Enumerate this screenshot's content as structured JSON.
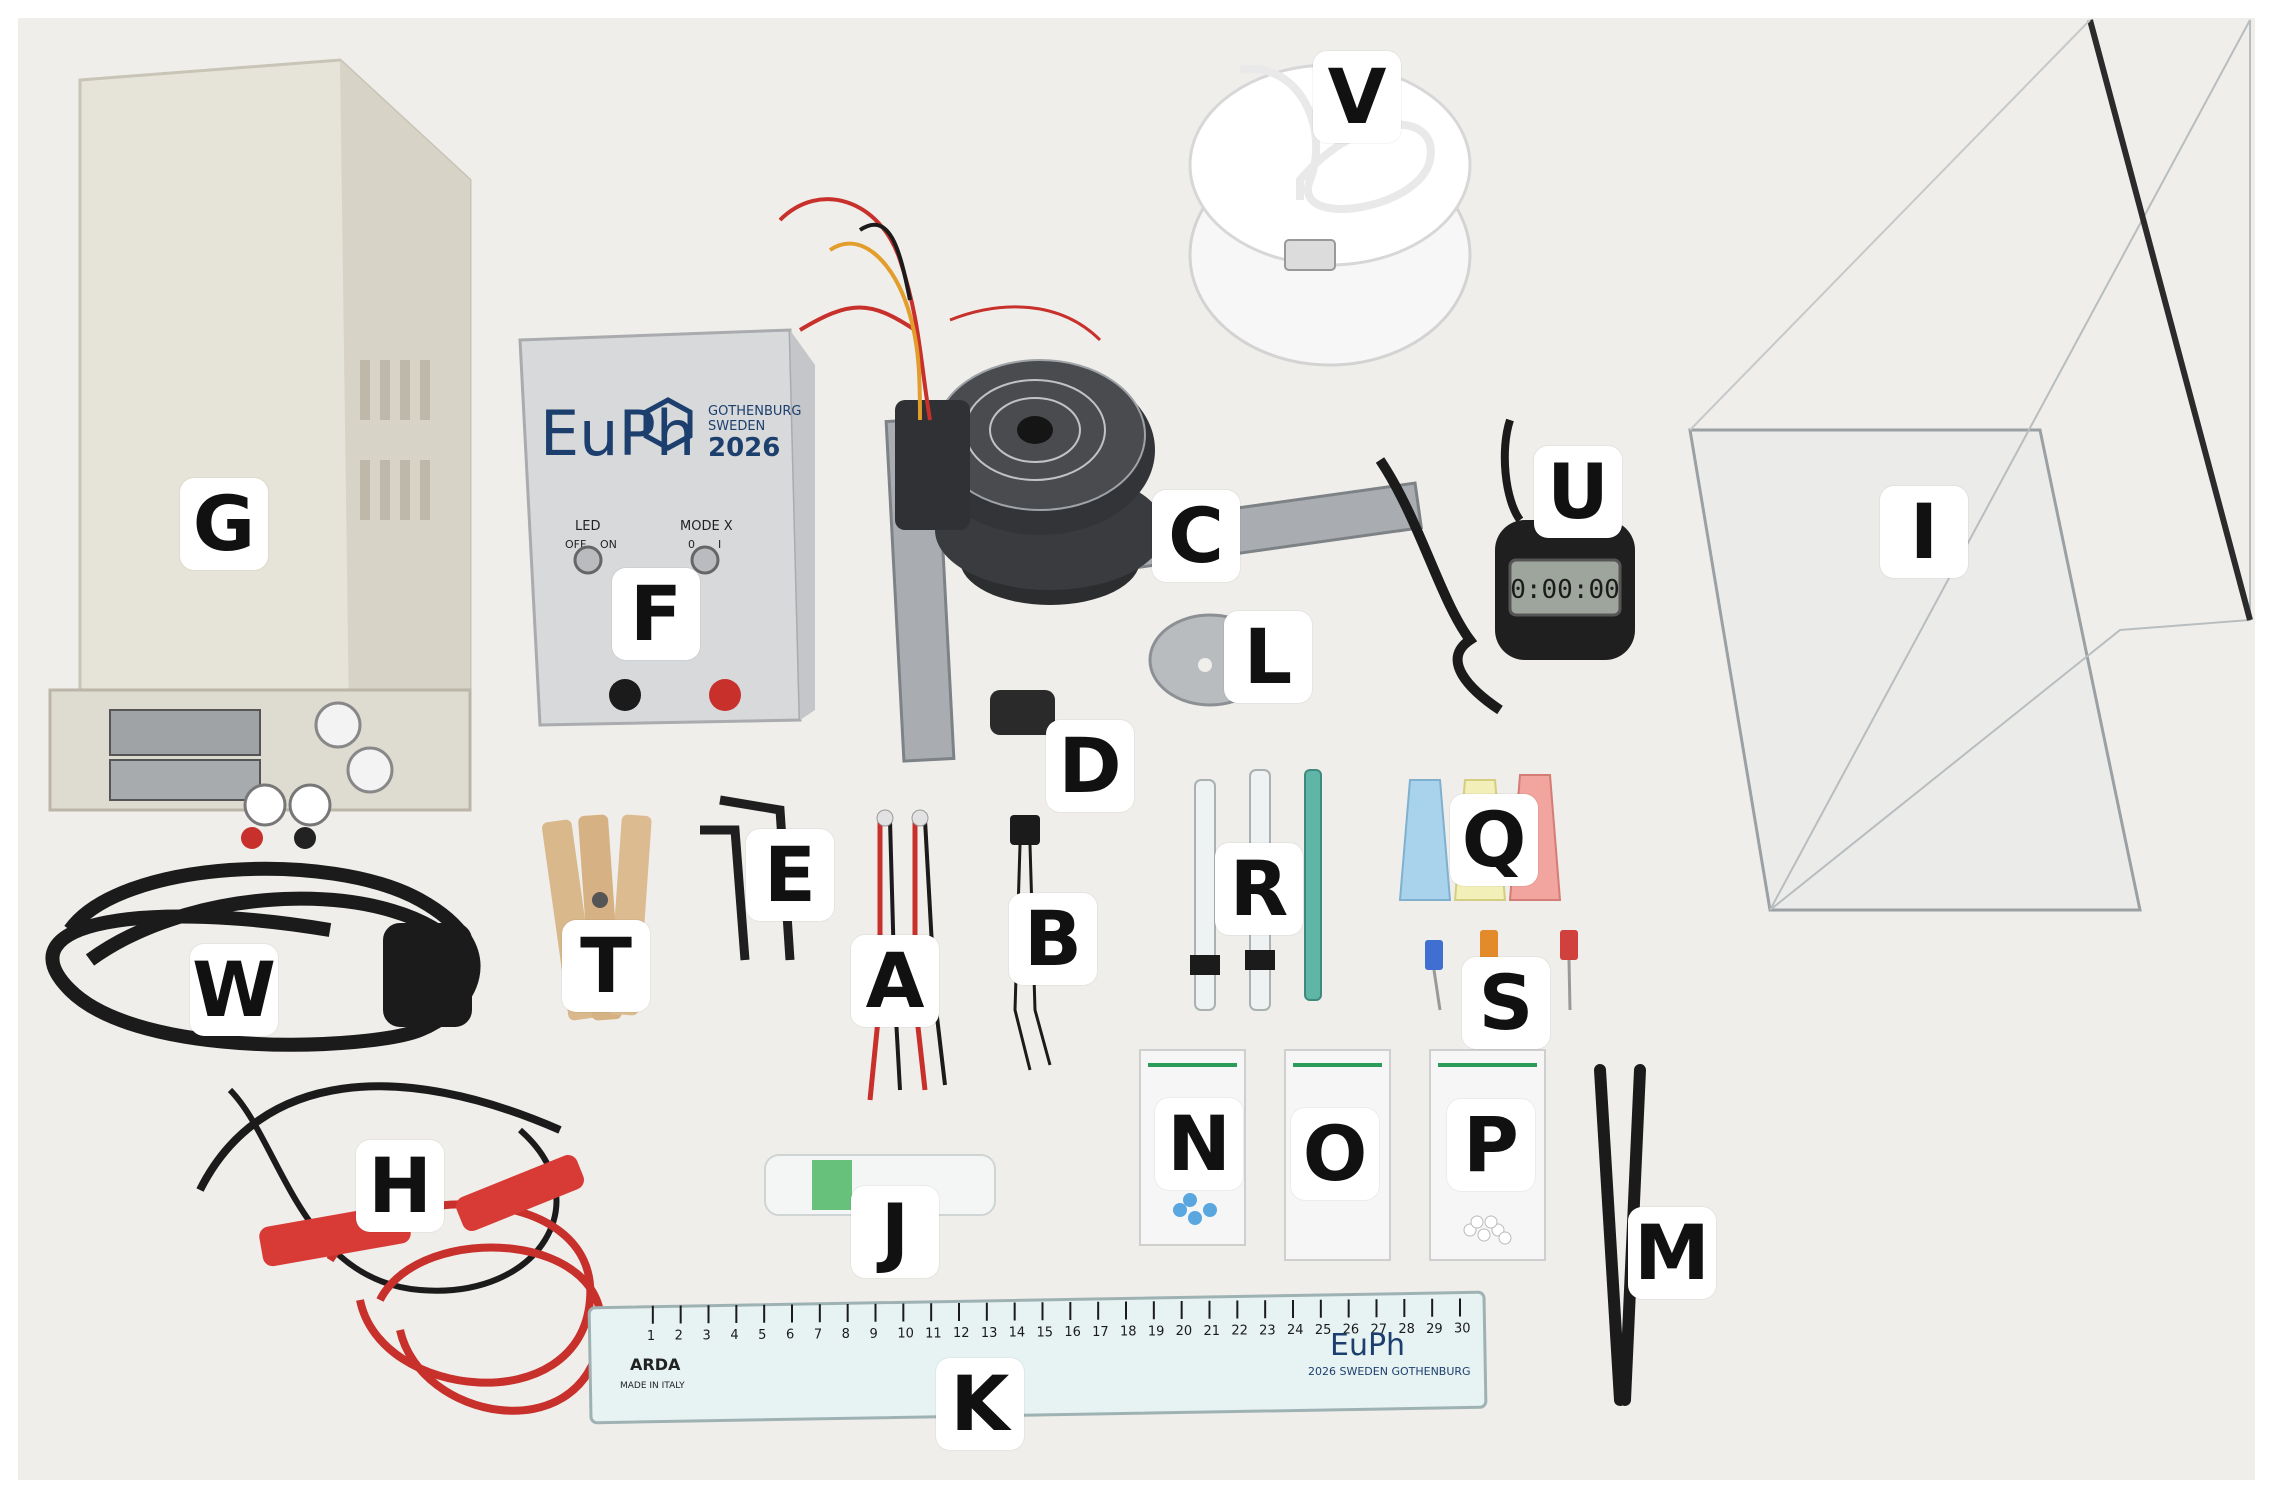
{
  "labels": {
    "A": "A",
    "B": "B",
    "C": "C",
    "D": "D",
    "E": "E",
    "F": "F",
    "G": "G",
    "H": "H",
    "I": "I",
    "J": "J",
    "K": "K",
    "L": "L",
    "M": "M",
    "N": "N",
    "O": "O",
    "P": "P",
    "Q": "Q",
    "R": "R",
    "S": "S",
    "T": "T",
    "U": "U",
    "V": "V",
    "W": "W"
  },
  "box_f": {
    "logo": "EuPh",
    "city": "GOTHENBURG",
    "country": "SWEDEN",
    "year": "2026",
    "led_label": "LED",
    "led_off": "OFF",
    "led_on": "ON",
    "mode_label": "MODE X",
    "mode_0": "0",
    "mode_1": "I"
  },
  "ruler": {
    "brand": "ARDA",
    "made_in": "MADE IN ITALY",
    "logo": "EuPh",
    "subtitle": "2026 SWEDEN GOTHENBURG",
    "ticks": [
      "1",
      "2",
      "3",
      "4",
      "5",
      "6",
      "7",
      "8",
      "9",
      "10",
      "11",
      "12",
      "13",
      "14",
      "15",
      "16",
      "17",
      "18",
      "19",
      "20",
      "21",
      "22",
      "23",
      "24",
      "25",
      "26",
      "27",
      "28",
      "29",
      "30"
    ]
  },
  "stopwatch": {
    "display": "0:00:00"
  },
  "colors": {
    "background": "#f0eeeb",
    "psu_body": "#e6e3d8",
    "box_body": "#d8d9db",
    "red_wire": "#c7302b",
    "black_cable": "#1b1b1b"
  }
}
